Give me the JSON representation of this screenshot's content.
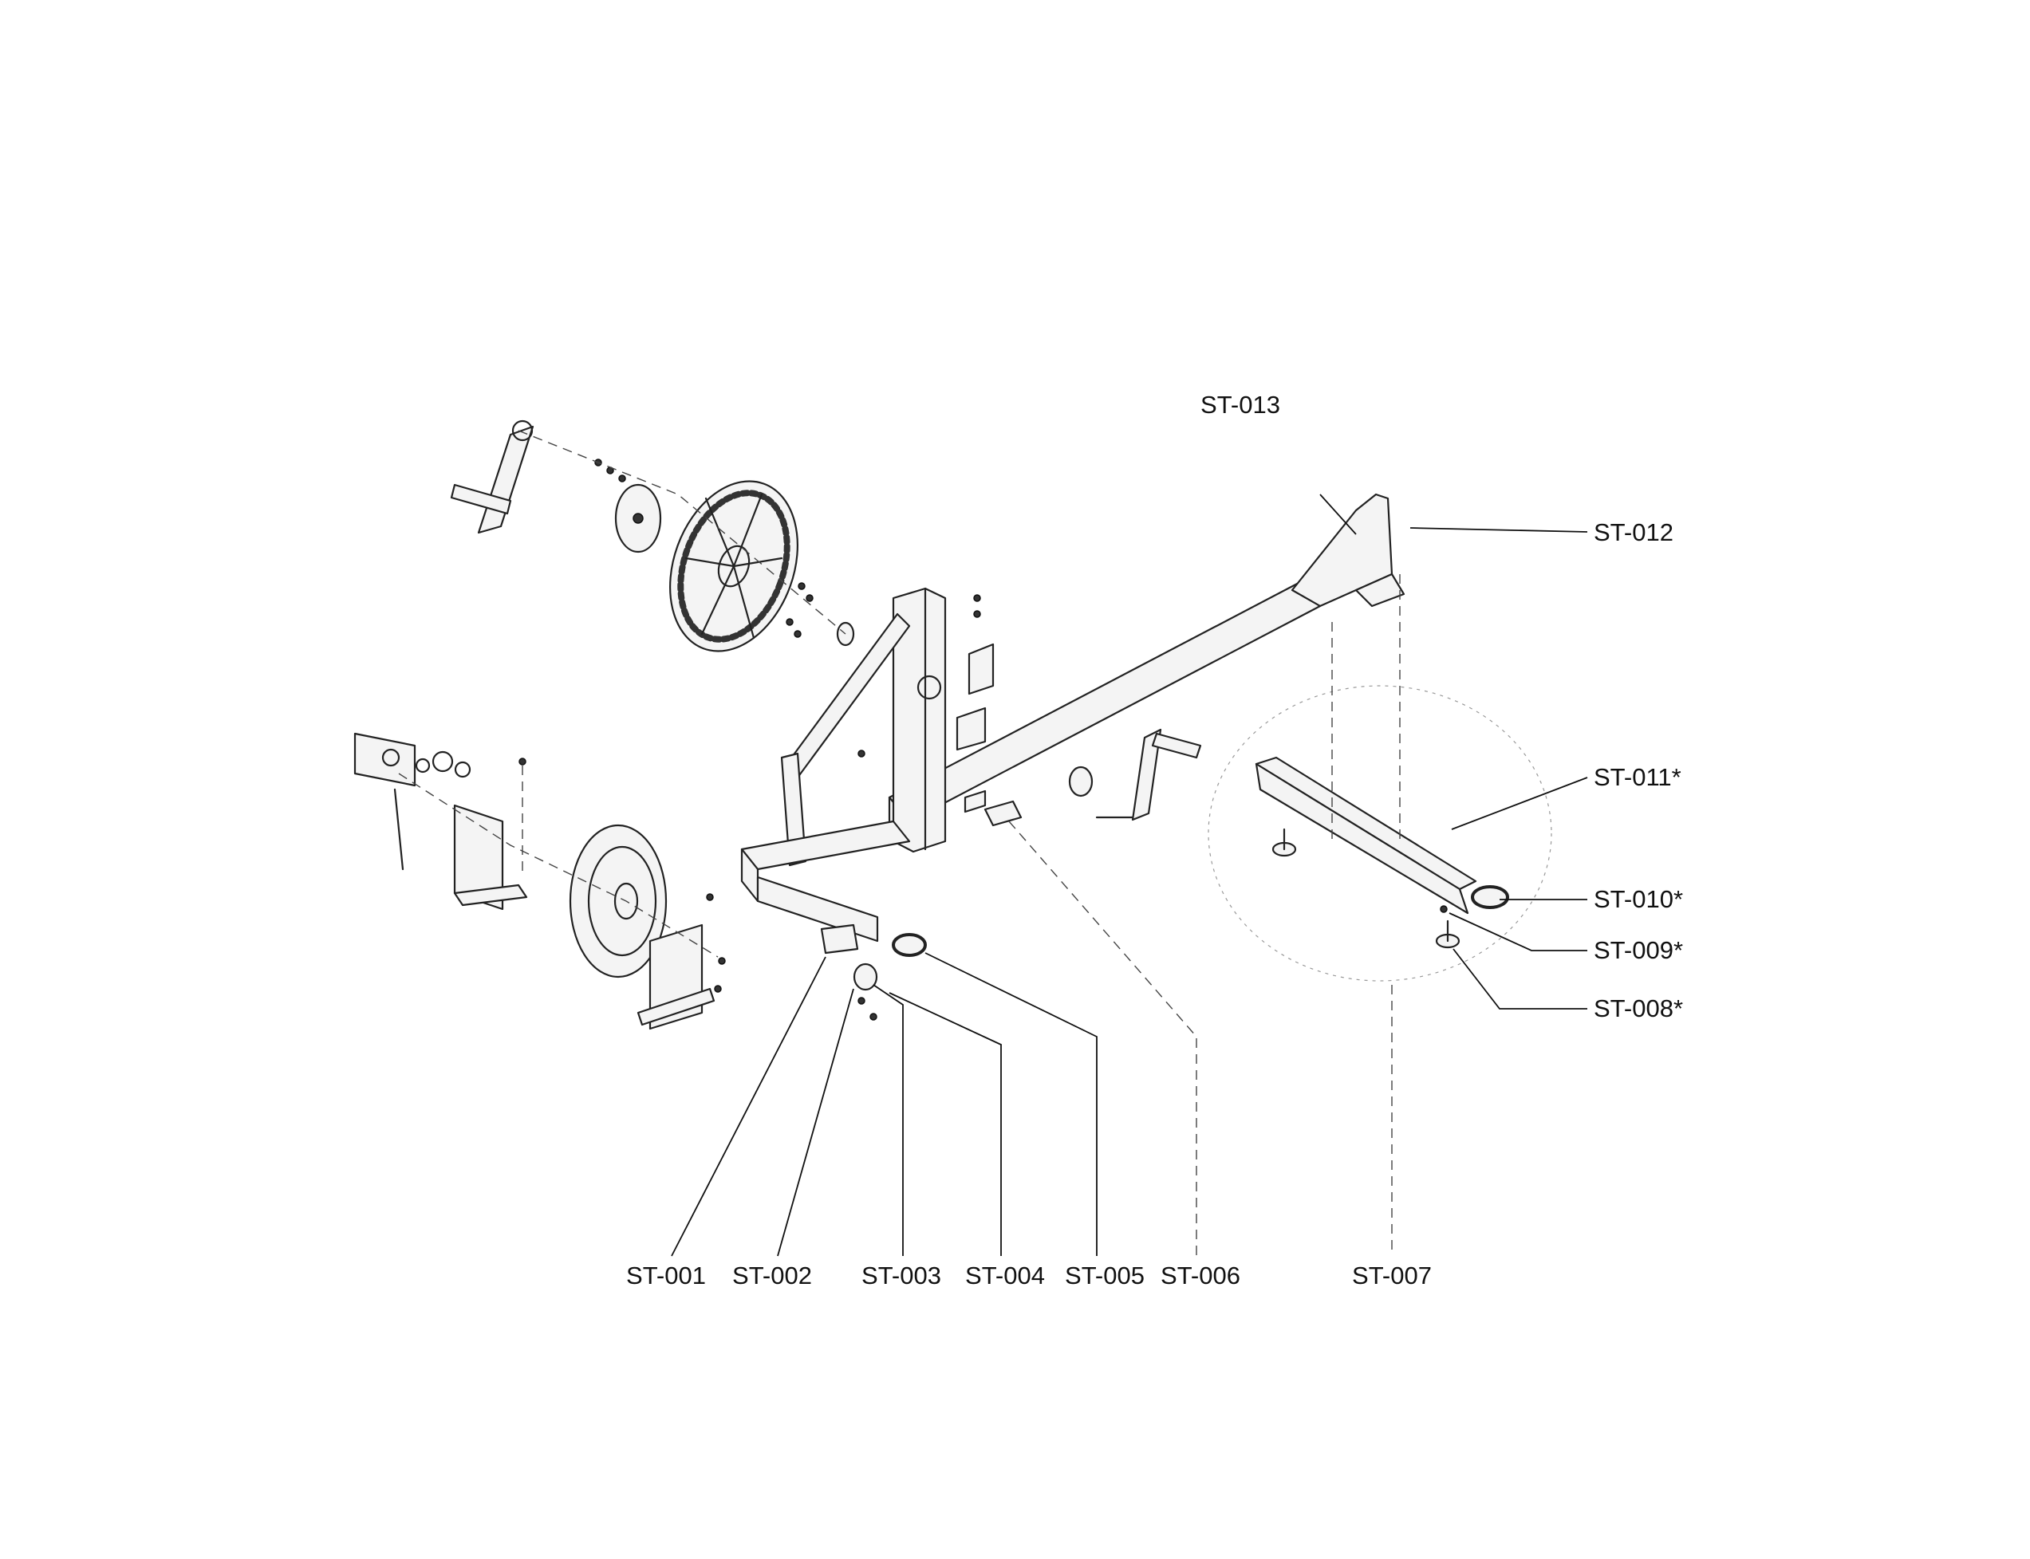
{
  "diagram": {
    "callouts": [
      {
        "id": "st-001",
        "label": "ST-001"
      },
      {
        "id": "st-002",
        "label": "ST-002"
      },
      {
        "id": "st-003",
        "label": "ST-003"
      },
      {
        "id": "st-004",
        "label": "ST-004"
      },
      {
        "id": "st-005",
        "label": "ST-005"
      },
      {
        "id": "st-006",
        "label": "ST-006"
      },
      {
        "id": "st-007",
        "label": "ST-007"
      },
      {
        "id": "st-008",
        "label": "ST-008*"
      },
      {
        "id": "st-009",
        "label": "ST-009*"
      },
      {
        "id": "st-010",
        "label": "ST-010*"
      },
      {
        "id": "st-011",
        "label": "ST-011*"
      },
      {
        "id": "st-012",
        "label": "ST-012"
      },
      {
        "id": "st-013",
        "label": "ST-013"
      }
    ]
  }
}
